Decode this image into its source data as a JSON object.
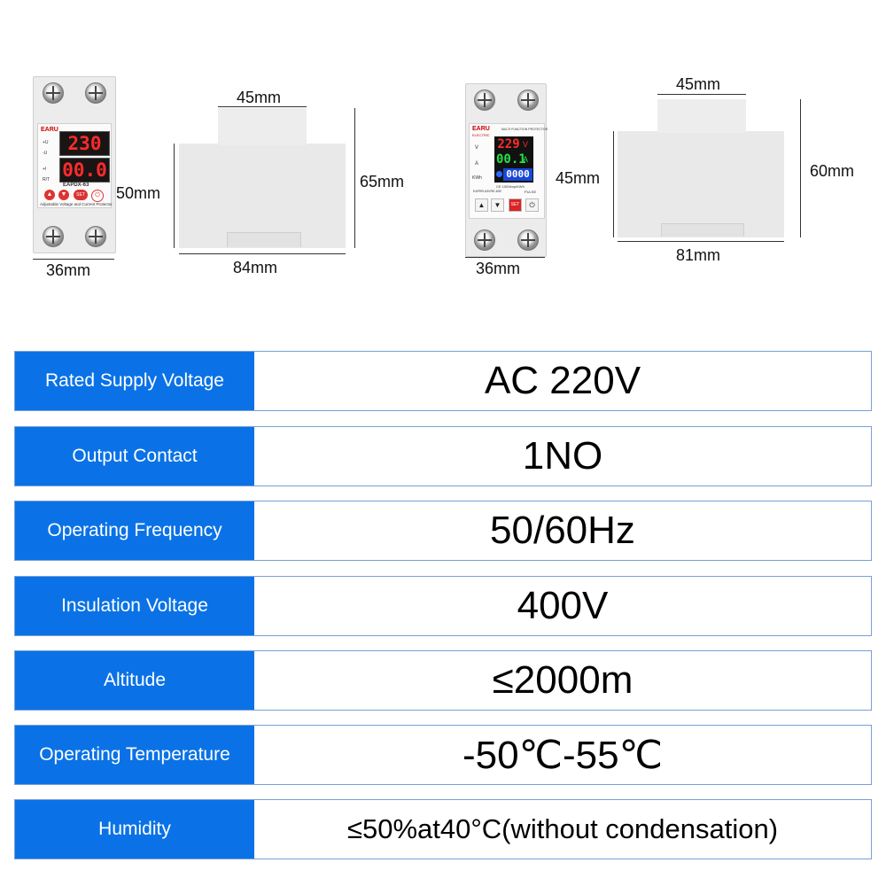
{
  "product_a": {
    "brand": "EARU",
    "model": "EAPDX-63",
    "display_top": "230",
    "display_bottom": "00.0",
    "caption": "Adjustable Voltage and Current Protector",
    "btn_set": "SET",
    "ind_1": "+U",
    "ind_2": "-U",
    "ind_3": "+I",
    "ind_4": "R/T",
    "dims": {
      "front_width": "36mm",
      "side_top": "45mm",
      "side_height_inner": "50mm",
      "side_height": "65mm",
      "side_width": "84mm"
    }
  },
  "product_b": {
    "brand": "EARU",
    "brand_sub": "ELECTRIC",
    "header": "MULTI FUNCTION PROTECTOR",
    "volt": "229",
    "volt_unit": "V",
    "amp": "00.1",
    "amp_unit": "A",
    "kwh": "0000",
    "label_v": "V",
    "label_a": "A",
    "label_kwh": "KWh",
    "pulse_text": "CE 1000imp/KWh",
    "pulse_label": "PULSE",
    "model": "EAPRR-63VRE-40B",
    "btn_set": "SET",
    "dims": {
      "front_width": "36mm",
      "side_top": "45mm",
      "side_height_inner": "45mm",
      "side_height": "60mm",
      "side_width": "81mm"
    }
  },
  "specs": [
    {
      "label": "Rated Supply Voltage",
      "value": "AC 220V"
    },
    {
      "label": "Output Contact",
      "value": "1NO"
    },
    {
      "label": "Operating Frequency",
      "value": "50/60Hz"
    },
    {
      "label": "Insulation Voltage",
      "value": "400V"
    },
    {
      "label": "Altitude",
      "value": "≤2000m"
    },
    {
      "label": "Operating Temperature",
      "value": "-50℃-55℃"
    },
    {
      "label": "Humidity",
      "value": "≤50%at40°C(without condensation)"
    }
  ],
  "colors": {
    "label_bg": "#0a72e6",
    "row_border": "#7a9fd6"
  }
}
